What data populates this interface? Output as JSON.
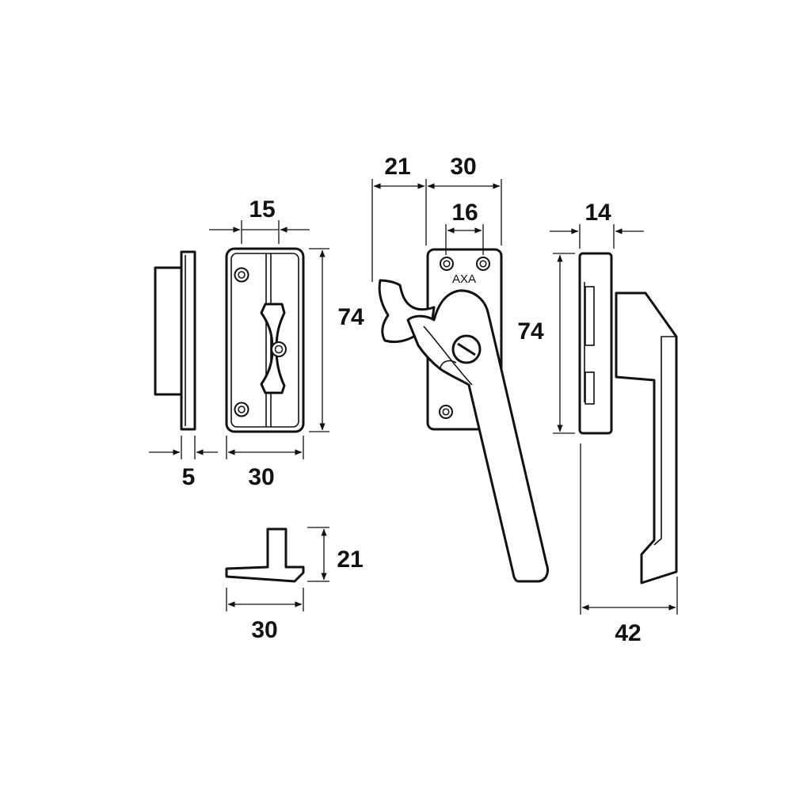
{
  "drawing": {
    "brand": "AXA",
    "line_color": "#111111",
    "background": "#ffffff",
    "dimensions": {
      "striker_depth": "5",
      "striker_width": "30",
      "striker_offset": "15",
      "striker_height": "74",
      "handle_hook": "21",
      "handle_width": "30",
      "handle_hole_spacing": "16",
      "handle_height": "74",
      "wedge_height": "21",
      "wedge_width": "30",
      "side_depth": "14",
      "side_total": "42"
    }
  }
}
